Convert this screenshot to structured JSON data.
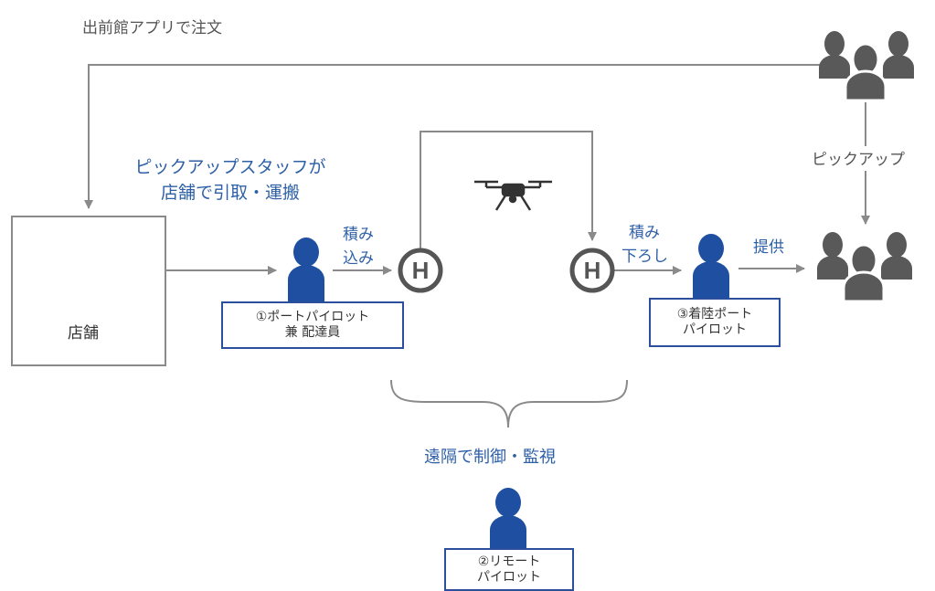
{
  "order_label": "出前館アプリで注文",
  "pickup_staff_line1": "ピックアップスタッフが",
  "pickup_staff_line2": "店舗で引取・運搬",
  "store_label": "店舗",
  "load_label_line1": "積み",
  "load_label_line2": "込み",
  "unload_label_line1": "積み",
  "unload_label_line2": "下ろし",
  "provide_label": "提供",
  "pickup_label": "ピックアップ",
  "remote_control_label": "遠隔で制御・監視",
  "port_pilot_line1": "①ポートパイロット",
  "port_pilot_line2": "兼 配達員",
  "landing_pilot_line1": "③着陸ポート",
  "landing_pilot_line2": "パイロット",
  "remote_pilot_line1": "②リモート",
  "remote_pilot_line2": "パイロット",
  "helipad_letter": "H",
  "colors": {
    "blue": "#2e60a8",
    "person_blue": "#1f4fa0",
    "gray": "#555555",
    "line": "#8a8a8a"
  }
}
